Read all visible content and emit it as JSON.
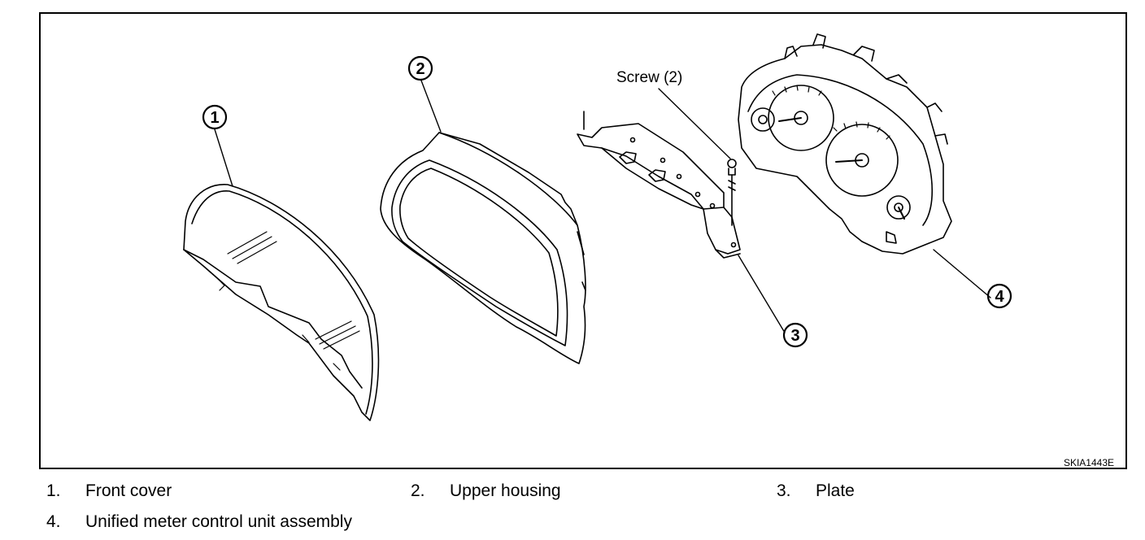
{
  "diagram": {
    "figure_code": "SKIA1443E",
    "callouts": [
      {
        "number": "1",
        "label": "Front cover"
      },
      {
        "number": "2",
        "label": "Upper housing"
      },
      {
        "number": "3",
        "label": "Plate"
      },
      {
        "number": "4",
        "label": "Unified meter control unit assembly"
      }
    ],
    "screw_label": "Screw (2)",
    "line_color": "#000000",
    "background_color": "#ffffff"
  },
  "legend": {
    "items": [
      {
        "number": "1.",
        "text": "Front cover"
      },
      {
        "number": "2.",
        "text": "Upper housing"
      },
      {
        "number": "3.",
        "text": "Plate"
      },
      {
        "number": "4.",
        "text": "Unified meter control unit assembly"
      }
    ]
  }
}
